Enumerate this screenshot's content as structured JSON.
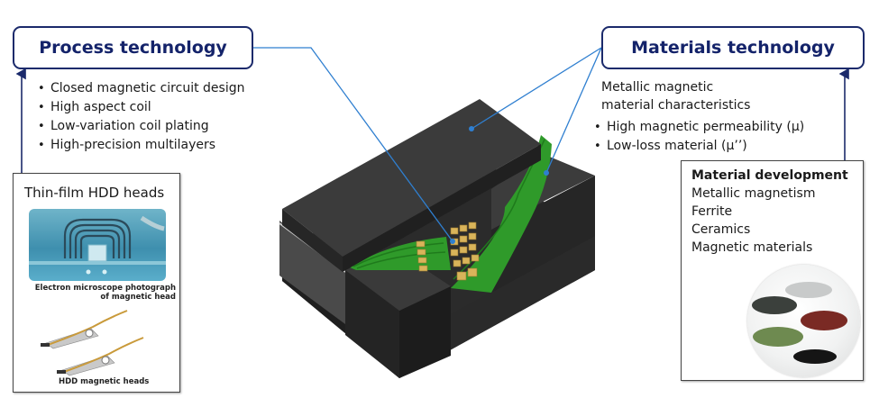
{
  "process": {
    "title": "Process technology",
    "bullets": [
      "Closed magnetic circuit design",
      "High aspect coil",
      "Low-variation coil plating",
      "High-precision multilayers"
    ]
  },
  "materials": {
    "title": "Materials technology",
    "intro_line1": "Metallic magnetic",
    "intro_line2": "material characteristics",
    "bullets": [
      "High magnetic permeability (μ)",
      "Low-loss material (μ’’)"
    ]
  },
  "hdd_panel": {
    "title": "Thin-film HDD heads",
    "microscope_caption_line1": "Electron microscope photograph",
    "microscope_caption_line2": "of magnetic head",
    "heads_caption": "HDD magnetic heads"
  },
  "material_panel": {
    "title": "Material development",
    "items": [
      "Metallic magnetism",
      "Ferrite",
      "Ceramics",
      "Magnetic materials"
    ]
  },
  "colors": {
    "title_border": "#1b2a6b",
    "title_text": "#14236a",
    "connector": "#2f7fd0",
    "arrow": "#1b2a6b",
    "coil_green": "#2f9a2a",
    "core_dark": "#3a3a3a",
    "electrode_gold": "#d9b45a"
  }
}
